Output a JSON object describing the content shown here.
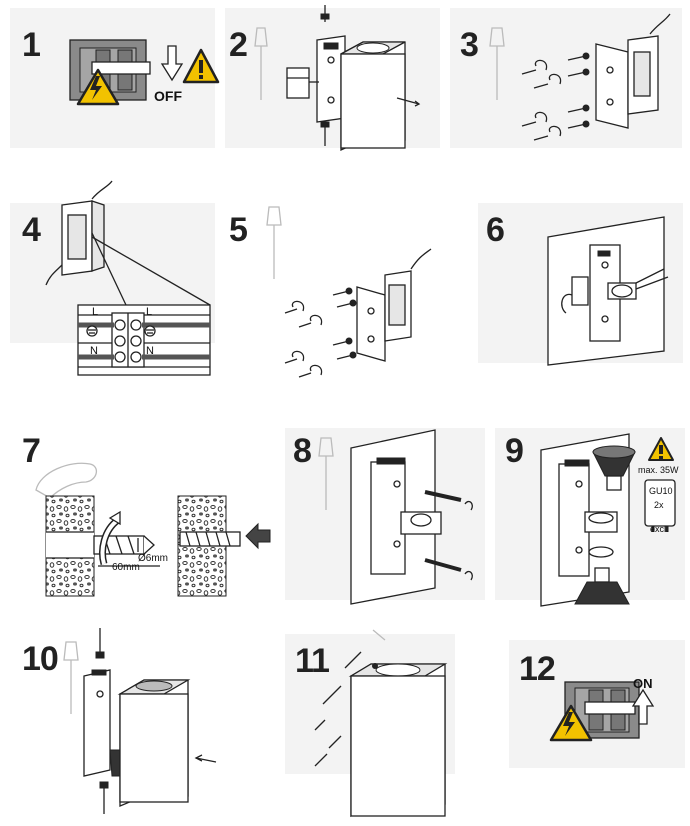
{
  "steps": [
    {
      "number": "1",
      "label_off": "OFF"
    },
    {
      "number": "2"
    },
    {
      "number": "3"
    },
    {
      "number": "4",
      "terminal_l": "L",
      "terminal_n": "N"
    },
    {
      "number": "5"
    },
    {
      "number": "6"
    },
    {
      "number": "7",
      "depth_label": "60mm",
      "diameter_label": "Ø6mm"
    },
    {
      "number": "8"
    },
    {
      "number": "9",
      "max_power": "max. 35W",
      "lamp_type": "GU10",
      "lamp_qty": "2x",
      "lamp_note": "excl."
    },
    {
      "number": "10"
    },
    {
      "number": "11"
    },
    {
      "number": "12",
      "label_on": "ON"
    }
  ],
  "colors": {
    "panel_bg": "#f3f3f3",
    "ink": "#222222",
    "warning": "#f2c200",
    "gray": "#8a8a8a"
  }
}
